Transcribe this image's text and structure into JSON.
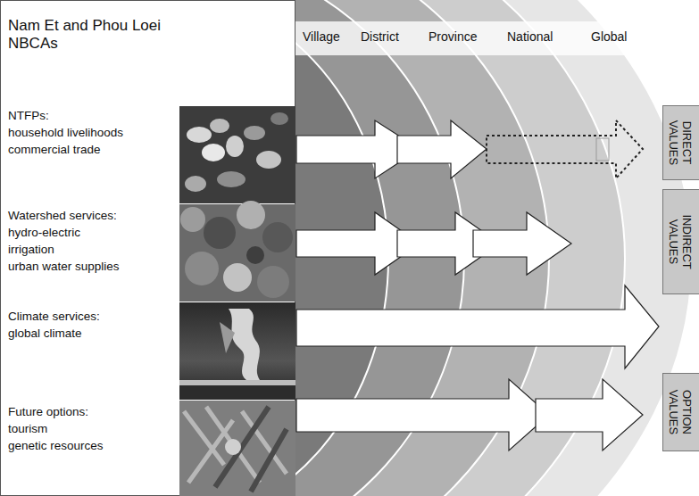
{
  "diagram": {
    "nodes": [
      {
        "text": [
          "Nam Et and Phou Loei NBCAs"
        ]
      },
      {
        "text": [
          "Village"
        ]
      },
      {
        "text": [
          "District"
        ]
      },
      {
        "text": [
          "Province"
        ]
      },
      {
        "text": [
          "National"
        ]
      },
      {
        "text": [
          "Global"
        ]
      },
      {
        "text": [
          "DIRECT VALUES"
        ]
      },
      {
        "text": [
          "INDIRECT VALUES"
        ]
      },
      {
        "text": [
          "OPTION VALUES"
        ]
      }
    ],
    "labels": [
      "NTFPs:",
      "household livelihoods",
      "commercial trade",
      "Watershed services:",
      "hydro-electric",
      "irrigation",
      "urban water supplies",
      "Climate services:",
      "global climate",
      "Future options:",
      "tourism",
      "genetic resources"
    ]
  }
}
